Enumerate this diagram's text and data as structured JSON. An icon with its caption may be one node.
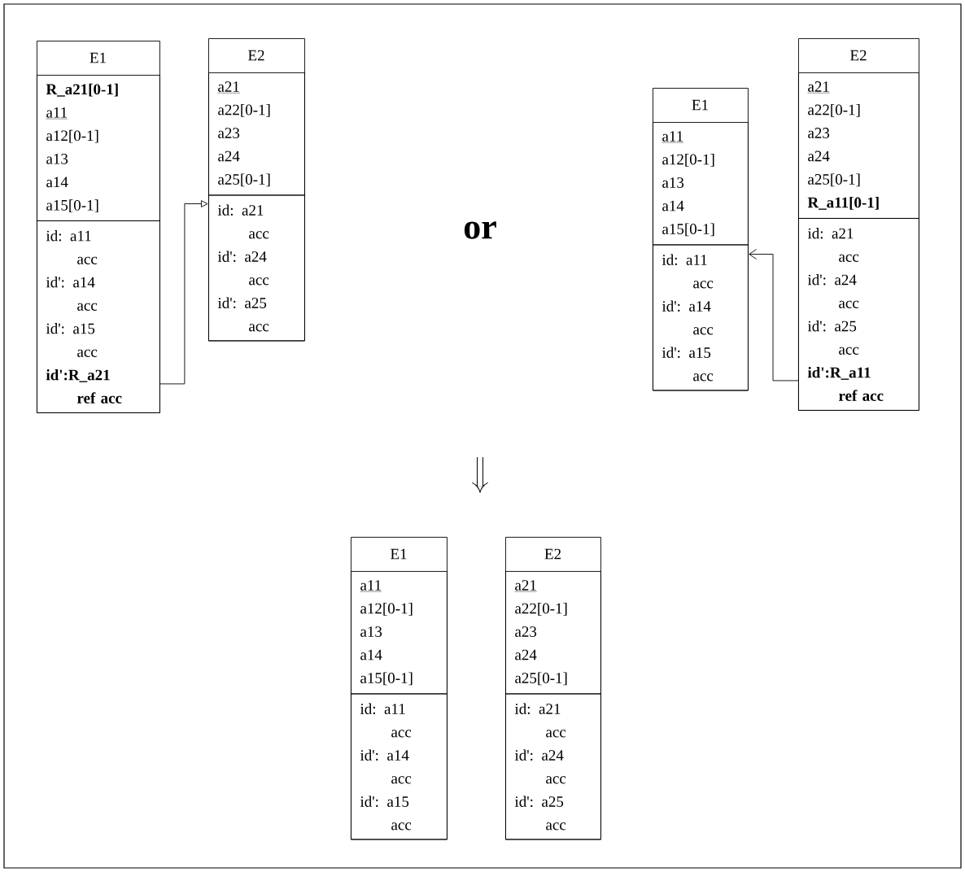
{
  "diagram": {
    "nodes": [
      {
        "text": [
          "E1"
        ]
      },
      {
        "text": [
          "R_a21[0-1]",
          "a11",
          "a12[0-1]",
          "a13",
          "a14",
          "a15[0-1]"
        ],
        "in": 0
      },
      {
        "text": [
          "id: a11",
          "acc",
          "id': a14",
          "acc",
          "id': a15",
          "acc",
          "id':R_a21",
          "ref acc"
        ],
        "in": 0
      },
      {
        "text": [
          "E2"
        ]
      },
      {
        "text": [
          "a21",
          "a22[0-1]",
          "a23",
          "a24",
          "a25[0-1]"
        ],
        "in": 3
      },
      {
        "text": [
          "id: a21",
          "acc",
          "id': a24",
          "acc",
          "id': a25",
          "acc"
        ],
        "in": 3
      },
      {
        "text": [
          "E1"
        ]
      },
      {
        "text": [
          "a11",
          "a12[0-1]",
          "a13",
          "a14",
          "a15[0-1]"
        ],
        "in": 6
      },
      {
        "text": [
          "id: a11",
          "acc",
          "id': a14",
          "acc",
          "id': a15",
          "acc"
        ],
        "in": 6
      },
      {
        "text": [
          "E2"
        ]
      },
      {
        "text": [
          "a21",
          "a22[0-1]",
          "a23",
          "a24",
          "a25[0-1]",
          "R_a11[0-1]"
        ],
        "in": 9
      },
      {
        "text": [
          "id: a21",
          "acc",
          "id': a24",
          "acc",
          "id': a25",
          "acc",
          "id':R_a11",
          "ref acc"
        ],
        "in": 9
      },
      {
        "text": [
          "E1"
        ]
      },
      {
        "text": [
          "a11",
          "a12[0-1]",
          "a13",
          "a14",
          "a15[0-1]"
        ],
        "in": 12
      },
      {
        "text": [
          "id: a11",
          "acc",
          "id': a14",
          "acc",
          "id': a15",
          "acc"
        ],
        "in": 12
      },
      {
        "text": [
          "E2"
        ]
      },
      {
        "text": [
          "a21",
          "a22[0-1]",
          "a23",
          "a24",
          "a25[0-1]"
        ],
        "in": 15
      },
      {
        "text": [
          "id: a21",
          "acc",
          "id': a24",
          "acc",
          "id': a25",
          "acc"
        ],
        "in": 15
      }
    ],
    "edges": [
      {
        "from": 2,
        "to": 5,
        "arrow": "to"
      },
      {
        "from": 11,
        "to": 8,
        "arrow": "to"
      }
    ],
    "labels": [
      "or"
    ]
  }
}
